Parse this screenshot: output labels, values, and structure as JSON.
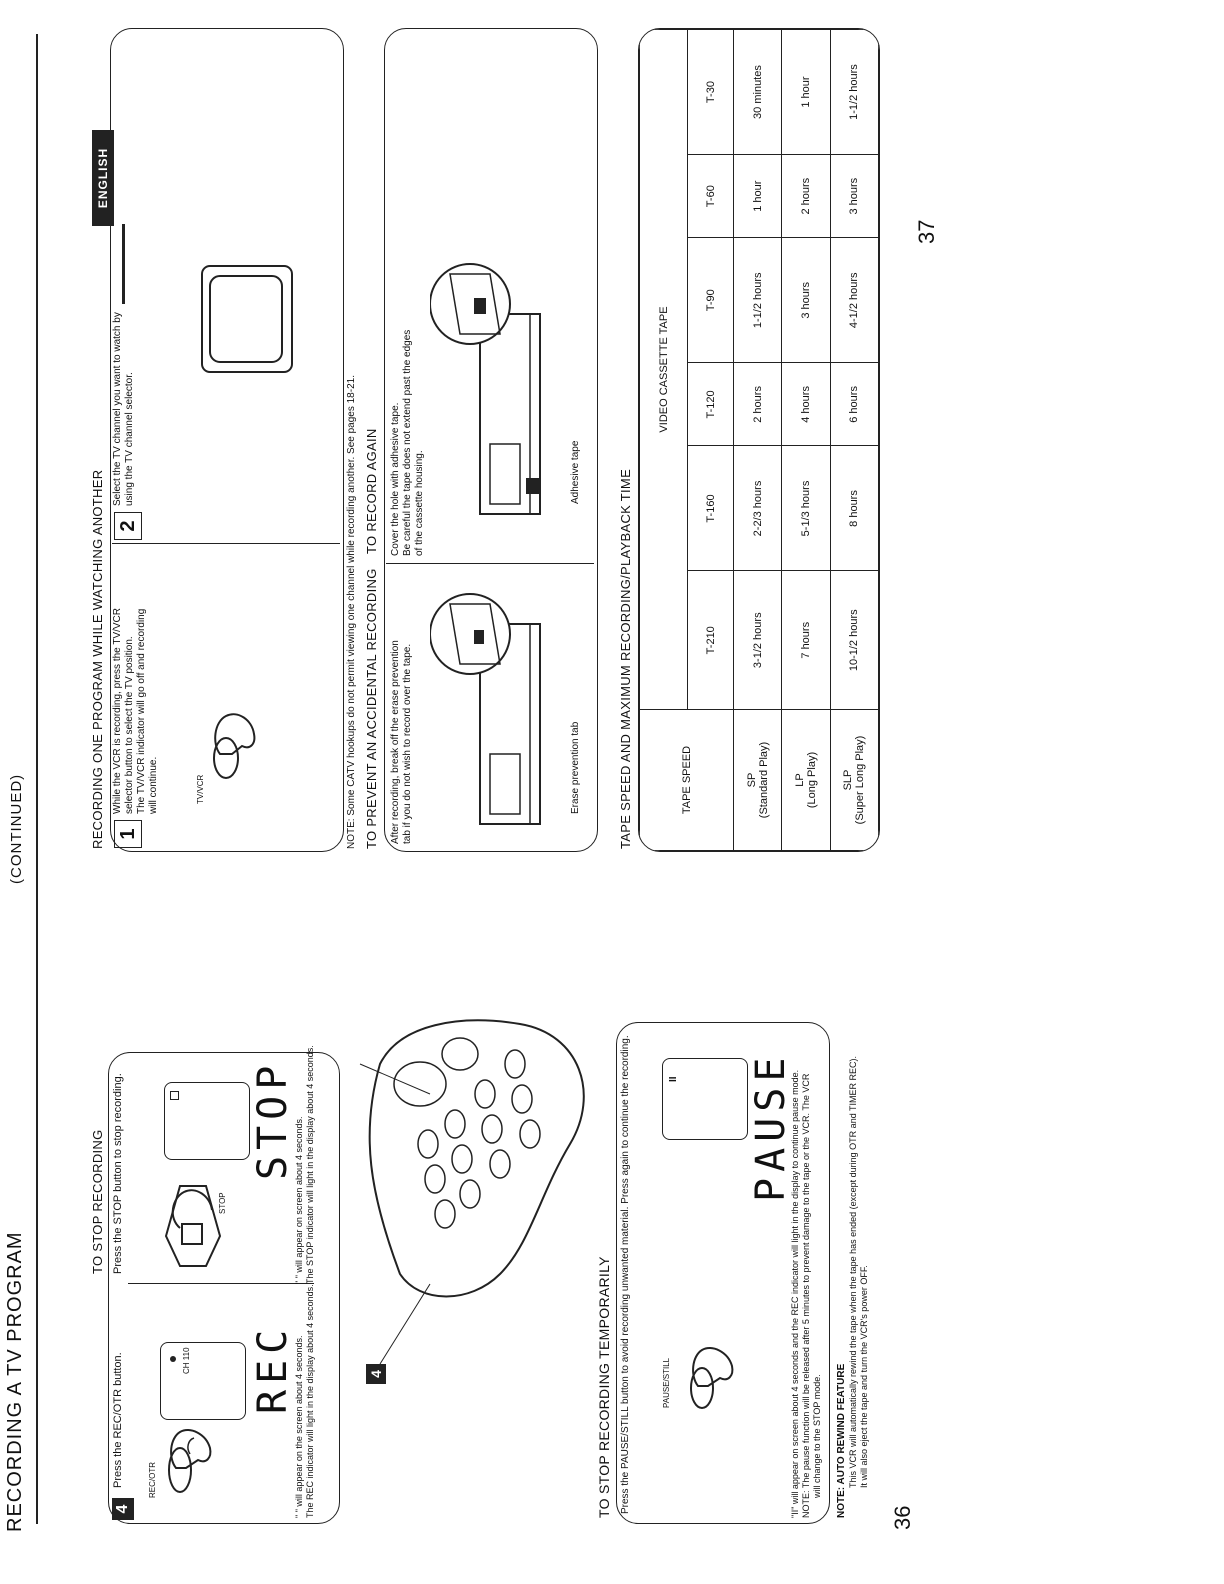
{
  "page": {
    "left_title": "RECORDING A TV PROGRAM",
    "continued": "(CONTINUED)",
    "page_left": "36",
    "page_right": "37",
    "language_tab": "ENGLISH"
  },
  "stop": {
    "heading": "TO STOP RECORDING",
    "step4_label": "4",
    "rec_instruction": "Press the REC/OTR button.",
    "rec_button_label": "REC/OTR",
    "rec_screen_ch": "CH 110",
    "rec_display": "REC",
    "rec_note_1": "\" \" will appear on the screen about 4 seconds.",
    "rec_note_2": "The REC indicator will light in the display about 4 seconds.",
    "stop_instruction": "Press the STOP button to stop recording.",
    "stop_button_label": "STOP",
    "stop_display": "STOP",
    "stop_note_1": "\" \" will appear on screen about 4 seconds.",
    "stop_note_2": "The STOP indicator will light in the display about 4 seconds.",
    "remote_badge": "4"
  },
  "pause": {
    "heading": "TO STOP RECORDING TEMPORARILY",
    "instruction": "Press the PAUSE/STILL button to avoid recording unwanted material. Press again to continue the recording.",
    "button_label": "PAUSE/STILL",
    "screen_symbol": "II",
    "display": "PAUSE",
    "note_1": "\"II\" will appear on screen about 4 seconds and the REC indicator will light in the display to continue pause mode.",
    "note_2": "NOTE: The pause function will be released after 5 minutes to prevent damage to the tape or the VCR. The VCR",
    "note_3": "will change to the STOP mode."
  },
  "auto_rewind": {
    "title": "NOTE: AUTO REWIND FEATURE",
    "line_1": "This VCR will automatically rewind the tape when the tape has ended (except during OTR and TIMER REC).",
    "line_2": "It will also eject the tape and turn the VCR's power OFF."
  },
  "watching": {
    "heading": "RECORDING ONE PROGRAM WHILE WATCHING ANOTHER",
    "step1_num": "1",
    "step1_text_1": "While the VCR is recording, press the TV/VCR",
    "step1_text_2": "selector button to select the TV position.",
    "step1_text_3": "The TV/VCR indicator will go off and recording",
    "step1_text_4": "will continue.",
    "tvvcr_label": "TV/VCR",
    "step2_num": "2",
    "step2_text_1": "Select the TV channel you want to watch by",
    "step2_text_2": "using the TV channel selector.",
    "catv_note": "NOTE: Some CATV hookups do not permit viewing one channel while recording another. See pages 18-21."
  },
  "erase": {
    "heading": "TO PREVENT AN ACCIDENTAL RECORDING",
    "text_1": "After recording, break off the erase prevention",
    "text_2": "tab if you do not wish to record over the tape.",
    "tab_label": "Erase prevention tab"
  },
  "record_again": {
    "heading": "TO RECORD AGAIN",
    "text_1": "Cover the hole with adhesive tape.",
    "text_2": "Be careful the tape does not extend past the edges",
    "text_3": "of the cassette housing.",
    "tape_label": "Adhesive tape"
  },
  "tape_table": {
    "heading": "TAPE SPEED AND MAXIMUM RECORDING/PLAYBACK TIME",
    "speed_header": "TAPE SPEED",
    "cassette_header": "VIDEO CASSETTE TAPE",
    "columns": [
      "T-210",
      "T-160",
      "T-120",
      "T-90",
      "T-60",
      "T-30"
    ],
    "rows": [
      {
        "speed": "SP",
        "speed_sub": "(Standard Play)",
        "cells": [
          "3-1/2 hours",
          "2-2/3 hours",
          "2 hours",
          "1-1/2 hours",
          "1 hour",
          "30 minutes"
        ]
      },
      {
        "speed": "LP",
        "speed_sub": "(Long Play)",
        "cells": [
          "7 hours",
          "5-1/3 hours",
          "4 hours",
          "3 hours",
          "2 hours",
          "1 hour"
        ]
      },
      {
        "speed": "SLP",
        "speed_sub": "(Super Long Play)",
        "cells": [
          "10-1/2 hours",
          "8 hours",
          "6 hours",
          "4-1/2 hours",
          "3 hours",
          "1-1/2 hours"
        ]
      }
    ]
  }
}
